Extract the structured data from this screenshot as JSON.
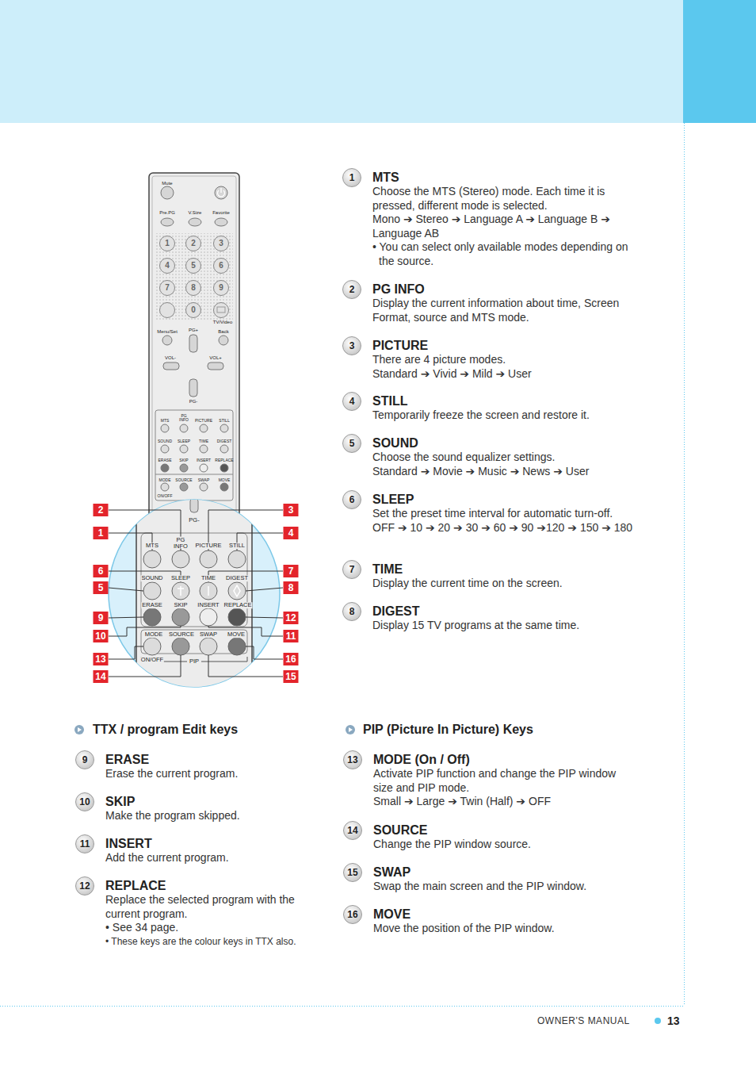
{
  "diagram": {
    "labels": [
      "Mute",
      "Pre.PG",
      "V.Size",
      "Favorite",
      "1",
      "2",
      "3",
      "4",
      "5",
      "6",
      "7",
      "8",
      "9",
      "0",
      "TV/Video",
      "Menu/Set",
      "PG+",
      "Back",
      "VOL-",
      "VOL+",
      "PG-",
      "MTS",
      "PG INFO",
      "PICTURE",
      "STILL",
      "SOUND",
      "SLEEP",
      "TIME",
      "DIGEST",
      "ERASE",
      "SKIP",
      "INSERT",
      "REPLACE",
      "MODE",
      "SOURCE",
      "SWAP",
      "MOVE",
      "ON/OFF",
      "PG-",
      "MTS",
      "PG INFO",
      "PICTURE",
      "STILL",
      "SOUND",
      "SLEEP",
      "TIME",
      "DIGEST",
      "ERASE",
      "SKIP",
      "INSERT",
      "REPLACE",
      "MODE",
      "SOURCE",
      "SWAP",
      "MOVE",
      "ON/OFF",
      "PIP",
      "2",
      "1",
      "6",
      "5",
      "9",
      "10",
      "13",
      "14",
      "3",
      "4",
      "7",
      "8",
      "12",
      "11",
      "16",
      "15",
      "1",
      "MTS",
      "Choose the MTS (Stereo) mode. Each time it is pressed, different mode is selected.",
      "Mono ➔ Stereo ➔ Language A ➔ Language B ➔ Language AB",
      "• You can select only available modes depending on the source.",
      "2",
      "PG INFO",
      "Display the current information about time, Screen Format, source and MTS mode.",
      "3",
      "PICTURE",
      "There are 4 picture modes.",
      "Standard ➔ Vivid ➔ Mild ➔ User",
      "4",
      "STILL",
      "Temporarily freeze the screen and restore it.",
      "5",
      "SOUND",
      "Choose the sound equalizer settings.",
      "Standard ➔ Movie ➔ Music ➔ News ➔ User",
      "6",
      "SLEEP",
      "Set the preset time interval for automatic turn-off.",
      "OFF ➔ 10 ➔ 20 ➔ 30 ➔ 60 ➔ 90 ➔120 ➔ 150 ➔ 180",
      "7",
      "TIME",
      "Display the current time on the screen.",
      "8",
      "DIGEST",
      "Display 15 TV programs at the same time.",
      "TTX / program Edit keys",
      "9",
      "ERASE",
      "Erase the current program.",
      "10",
      "SKIP",
      "Make the program skipped.",
      "11",
      "INSERT",
      "Add the current program.",
      "12",
      "REPLACE",
      "Replace the selected program with the current program.",
      "• See 34 page.",
      "• These keys are the colour keys in TTX also.",
      "PIP (Picture In Picture) Keys",
      "13",
      "MODE (On / Off)",
      "Activate PIP function and change the PIP window size and PIP mode.",
      "Small ➔ Large ➔ Twin (Half) ➔ OFF",
      "14",
      "SOURCE",
      "Change the PIP window source.",
      "15",
      "SWAP",
      "Swap the main screen and the PIP window.",
      "16",
      "MOVE",
      "Move the position of the PIP window.",
      "OWNER'S MANUAL",
      "13"
    ]
  }
}
